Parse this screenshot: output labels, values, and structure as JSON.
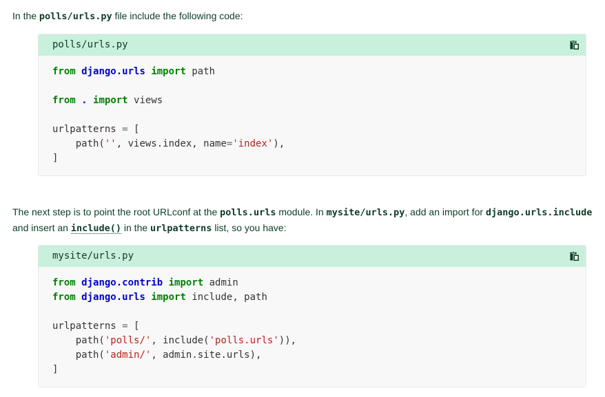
{
  "para1": {
    "text_before": "In the ",
    "file": "polls/urls.py",
    "text_after": " file include the following code:"
  },
  "snippet1": {
    "filename": "polls/urls.py",
    "copy_icon": "clipboard-copy-icon",
    "lines": {
      "l1": {
        "kw1": "from",
        "mod": "django.urls",
        "kw2": "import",
        "name": "path"
      },
      "l2": {
        "kw1": "from",
        "mod": ".",
        "kw2": "import",
        "name": "views"
      },
      "l3": {
        "name": "urlpatterns",
        "op": "=",
        "punct": "["
      },
      "l4": {
        "pre": "path(",
        "str1": "''",
        "mid": ", views.index, name",
        "op": "=",
        "str2": "'index'",
        "post": "),"
      },
      "l5": {
        "punct": "]"
      }
    }
  },
  "para2": {
    "t1": "The next step is to point the root URLconf at the ",
    "c1": "polls.urls",
    "t2": " module. In ",
    "c2": "mysite/urls.py",
    "t3": ", add an import for ",
    "c3": "django.urls.include",
    "t4": "and insert an ",
    "c4": "include()",
    "t5": " in the ",
    "c5": "urlpatterns",
    "t6": " list, so you have:"
  },
  "snippet2": {
    "filename": "mysite/urls.py",
    "copy_icon": "clipboard-copy-icon",
    "lines": {
      "l1": {
        "kw1": "from",
        "mod": "django.contrib",
        "kw2": "import",
        "name": "admin"
      },
      "l2": {
        "kw1": "from",
        "mod": "django.urls",
        "kw2": "import",
        "name": "include, path"
      },
      "l3": {
        "name": "urlpatterns",
        "op": "=",
        "punct": "["
      },
      "l4": {
        "pre": "path(",
        "str1": "'polls/'",
        "mid": ", include(",
        "str2": "'polls.urls'",
        "post": ")),"
      },
      "l5": {
        "pre": "path(",
        "str1": "'admin/'",
        "post": ", admin.site.urls),"
      },
      "l6": {
        "punct": "]"
      }
    }
  },
  "colors": {
    "text": "#0c3c26",
    "header_bg": "#c9f0dd",
    "code_bg": "#f8f8f8",
    "keyword": "#008000",
    "module": "#0000cc",
    "string": "#ba2121"
  }
}
